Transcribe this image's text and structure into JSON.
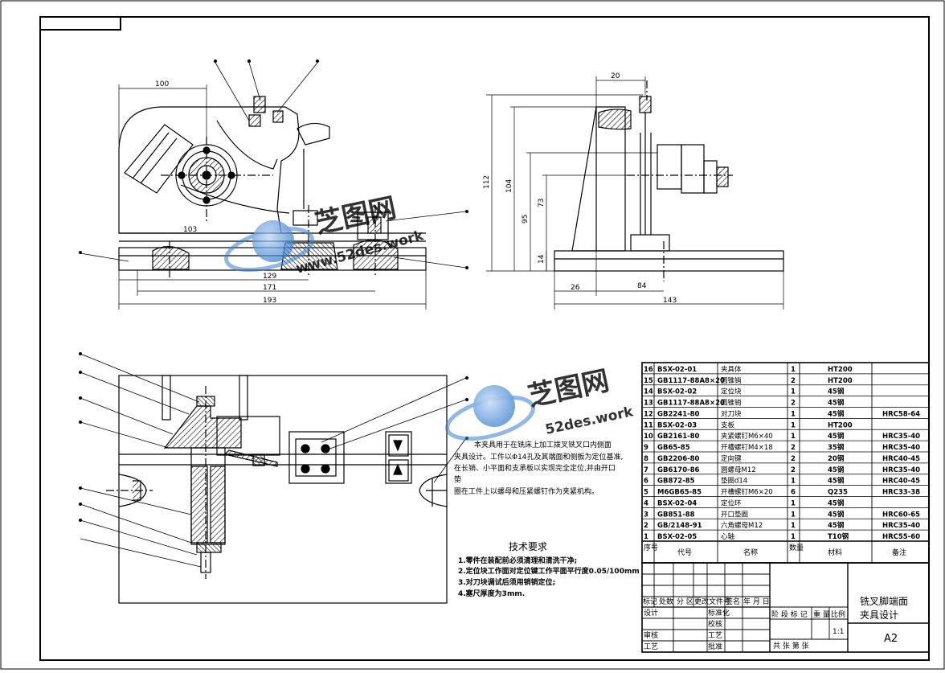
{
  "title_block": {
    "drawing_title_line1": "铣叉脚端面",
    "drawing_title_line2": "夹具设计",
    "sheet_size": "A2",
    "scale_label": "比例",
    "scale_value": "1:1",
    "stage_label": "阶 段 标 记",
    "weight_label": "重 量",
    "sheets_label": "共   张  第   张",
    "rows": [
      {
        "label": "标记",
        "label2": "处数",
        "label3": "分 区",
        "label4": "更改文件号",
        "label5": "签名",
        "label6": "年 月 日"
      },
      {
        "label": "设计",
        "label2": "标准化"
      },
      {
        "label": "",
        "label2": "校核"
      },
      {
        "label": "审核",
        "label2": "工艺"
      },
      {
        "label": "工艺",
        "label2": "批准"
      }
    ]
  },
  "bom": {
    "header": {
      "no": "序号",
      "code": "代号",
      "name": "名称",
      "qty": "数量",
      "material": "材料",
      "note": "备注"
    },
    "items": [
      {
        "no": "16",
        "code": "BSX-02-01",
        "name": "夹具体",
        "qty": "1",
        "material": "HT200",
        "note": ""
      },
      {
        "no": "15",
        "code": "GB1117-88A8×20",
        "name": "圆锥销",
        "qty": "2",
        "material": "HT200",
        "note": ""
      },
      {
        "no": "14",
        "code": "BSX-02-02",
        "name": "定位块",
        "qty": "1",
        "material": "45钢",
        "note": ""
      },
      {
        "no": "13",
        "code": "GB1117-88A8×20",
        "name": "圆锥销",
        "qty": "2",
        "material": "45钢",
        "note": ""
      },
      {
        "no": "12",
        "code": "GB2241-80",
        "name": "对刀块",
        "qty": "1",
        "material": "45钢",
        "note": "HRC58-64"
      },
      {
        "no": "11",
        "code": "BSX-02-03",
        "name": "支板",
        "qty": "1",
        "material": "HT200",
        "note": ""
      },
      {
        "no": "10",
        "code": "GB2161-80",
        "name": "夹紧螺钉M6×40",
        "qty": "1",
        "material": "45钢",
        "note": "HRC35-40"
      },
      {
        "no": "9",
        "code": "GB65-85",
        "name": "开槽螺钉M4×18",
        "qty": "2",
        "material": "35钢",
        "note": "HRC35-40"
      },
      {
        "no": "8",
        "code": "GB2206-80",
        "name": "定向键",
        "qty": "2",
        "material": "20钢",
        "note": "HRC40-45"
      },
      {
        "no": "7",
        "code": "GB6170-86",
        "name": "圆螺母M12",
        "qty": "2",
        "material": "45钢",
        "note": "HRC35-40"
      },
      {
        "no": "6",
        "code": "GB872-85",
        "name": "垫圈d14",
        "qty": "1",
        "material": "45钢",
        "note": "HRC40-45"
      },
      {
        "no": "5",
        "code": "M6GB65-85",
        "name": "开槽螺钉M6×20",
        "qty": "6",
        "material": "Q235",
        "note": "HRC33-38"
      },
      {
        "no": "4",
        "code": "BSX-02-04",
        "name": "定位环",
        "qty": "1",
        "material": "45钢",
        "note": ""
      },
      {
        "no": "3",
        "code": "GB851-88",
        "name": "开口垫圈",
        "qty": "1",
        "material": "45钢",
        "note": "HRC60-65"
      },
      {
        "no": "2",
        "code": "GB/2148-91",
        "name": "六角螺母M12",
        "qty": "1",
        "material": "45钢",
        "note": "HRC35-40"
      },
      {
        "no": "1",
        "code": "BSX-02-05",
        "name": "心轴",
        "qty": "1",
        "material": "T10钢",
        "note": "HRC55-60"
      }
    ]
  },
  "notes": {
    "description_line1": "本夹具用于在铣床上加工拨叉铣叉口内侧面",
    "description_line2": "夹具设计。工件以Φ14孔及其端面和侧板为定位基准,",
    "description_line3": "在长销、小平面和支承板以实现完全定位,并由开口",
    "description_line4": "垫",
    "description_line5": "圈在工件上以螺母和压紧螺钉作为夹紧机构。",
    "tech_title": "技术要求",
    "tech_items": [
      "1.零件在装配前必须清理和清洗干净;",
      "2.定位块工作面对定位键工作平面平行度0.05/100mm",
      "3.对刀块调试后须用销销定位;",
      "4.塞尺厚度为3mm."
    ]
  },
  "dimensions": {
    "front_100": "100",
    "front_103": "103",
    "front_129": "129",
    "front_171": "171",
    "front_193": "193",
    "side_20": "20",
    "side_112": "112",
    "side_104": "104",
    "side_95": "95",
    "side_73": "73",
    "side_14": "14",
    "side_26": "26",
    "side_84": "84",
    "side_143": "143"
  },
  "watermark": {
    "brand": "芝图网",
    "domain1": "www.52des.work",
    "domain2": "52des.work"
  },
  "colors": {
    "line": "#000000",
    "watermark": "#3b7fd0",
    "watermark_light": "#cfe0f5",
    "paper": "#ffffff"
  }
}
